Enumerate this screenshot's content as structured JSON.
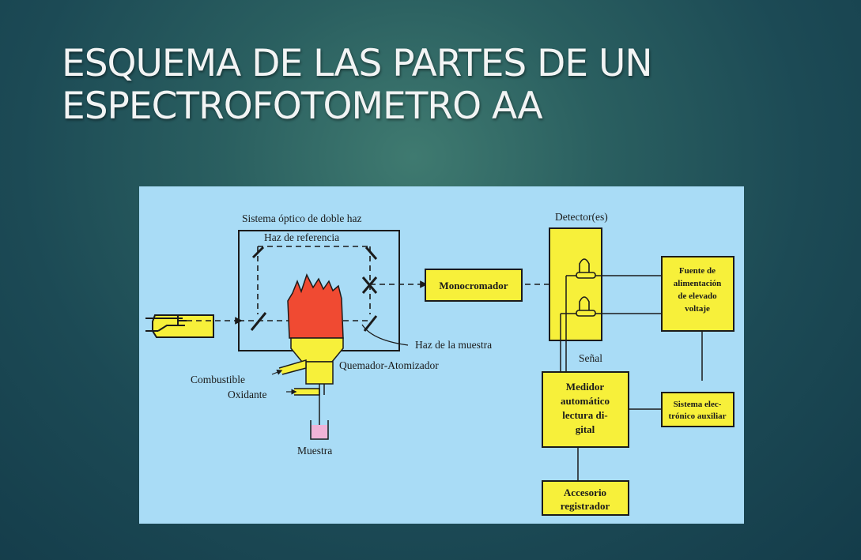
{
  "slide": {
    "title_lines": [
      "ESQUEMA DE LAS PARTES DE UN",
      "ESPECTROFOTOMETRO AA"
    ]
  },
  "diagram": {
    "labels": {
      "optical_system": "Sistema óptico de doble haz",
      "reference_beam": "Haz de referencia",
      "sample_beam": "Haz de la muestra",
      "burner": "Quemador-Atomizador",
      "fuel": "Combustible",
      "oxidant": "Oxidante",
      "sample": "Muestra",
      "detectors": "Detector(es)",
      "signal": "Señal"
    },
    "boxes": {
      "monochromator": [
        "Monocromador"
      ],
      "power_supply": [
        "Fuente de",
        "alimentación",
        "de elevado",
        "voltaje"
      ],
      "meter": [
        "Medidor",
        "automático",
        "lectura di-",
        "gital"
      ],
      "aux_electronics": [
        "Sistema elec-",
        "trónico auxiliar"
      ],
      "recorder": [
        "Accesorio",
        "registrador"
      ]
    },
    "colors": {
      "panel_bg": "#a9dcf6",
      "box_fill": "#f7f03a",
      "flame": "#f04a32",
      "sample_liquid": "#f0b4d8",
      "line": "#1b1b1b"
    }
  }
}
